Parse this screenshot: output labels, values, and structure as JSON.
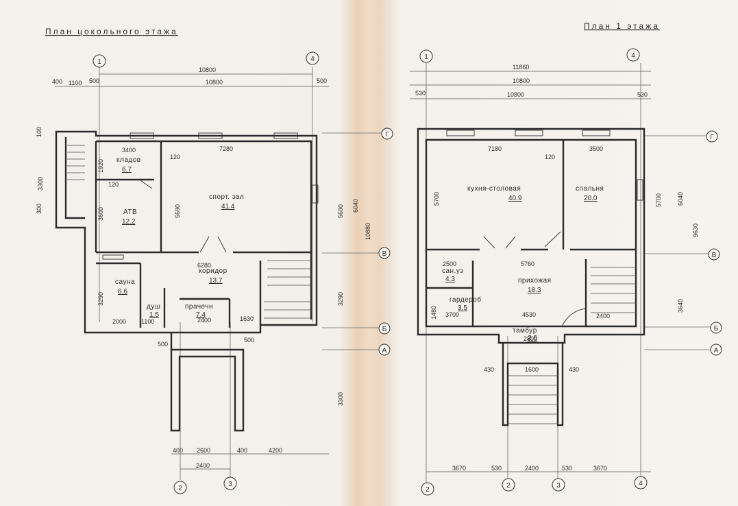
{
  "basement": {
    "title": "План цокольного этажа",
    "dims": {
      "total_top": "10800",
      "total_top2": "10800",
      "seg_400": "400",
      "seg_1100": "1100",
      "seg_500a": "500",
      "seg_500b": "500",
      "d_3400": "3400",
      "d_7280": "7280",
      "d_3300": "3300",
      "d_100": "100",
      "d_300": "300",
      "d_1920": "1920",
      "d_3600": "3600",
      "d_5690": "5690",
      "d_5690r": "5690",
      "d_6040": "6040",
      "d_10880": "10880",
      "d_120a": "120",
      "d_120b": "120",
      "d_6280": "6280",
      "d_3290": "3290",
      "d_3290r": "3290",
      "d_2000": "2000",
      "d_1100": "1100",
      "d_2400": "2400",
      "d_1630": "1630",
      "d_500c": "500",
      "d_500d": "500",
      "d_3300b": "3300",
      "d_2600": "2600",
      "d_4200": "4200",
      "d_2400b": "2400",
      "d_400a": "400",
      "d_400b": "400"
    },
    "rooms": {
      "kladov_name": "кладов",
      "kladov_area": "6.7",
      "atv_name": "АТВ",
      "atv_area": "12.2",
      "sport_name": "спорт. зал",
      "sport_area": "41.4",
      "koridor_name": "коридор",
      "koridor_area": "13.7",
      "sauna_name": "сауна",
      "sauna_area": "6.6",
      "dush_name": "душ",
      "dush_area": "1.5",
      "prach_name": "прачечн",
      "prach_area": "7.4"
    },
    "axes": {
      "a1": "1",
      "a4": "4",
      "a2": "2",
      "a3": "3",
      "aG": "Г",
      "aV": "В",
      "aB": "Б",
      "aA": "А"
    }
  },
  "floor1": {
    "title": "План 1 этажа",
    "dims": {
      "total_11860": "11860",
      "total_10800": "10800",
      "total_10800b": "10800",
      "seg_530a": "530",
      "seg_530b": "530",
      "d_7180": "7180",
      "d_3500": "3500",
      "d_5700": "5700",
      "d_5700r": "5700",
      "d_6040": "6040",
      "d_9630": "9630",
      "d_2500": "2500",
      "d_5760": "5760",
      "d_1480": "1480",
      "d_3700": "3700",
      "d_4530": "4530",
      "d_2400": "2400",
      "d_3640": "3640",
      "d_3670a": "3670",
      "d_530c": "530",
      "d_2400b": "2400",
      "d_530d": "530",
      "d_3670b": "3670",
      "d_430a": "430",
      "d_430b": "430",
      "d_1600": "1600",
      "d_2800": "2800",
      "d_120": "120"
    },
    "rooms": {
      "kitchen_name": "кухня-столовая",
      "kitchen_area": "40.9",
      "bedroom_name": "спальня",
      "bedroom_area": "20.0",
      "hall_name": "прихожая",
      "hall_area": "18.3",
      "wc_name": "сан.уз",
      "wc_area": "4.3",
      "ward_name": "гардероб",
      "ward_area": "3.5",
      "tambur_name": "тамбур",
      "tambur_area": "2.6"
    },
    "axes": {
      "a1": "1",
      "a4": "4",
      "a2": "2",
      "a3": "3",
      "aG": "Г",
      "aV": "В",
      "aB": "Б",
      "aA": "А"
    }
  }
}
